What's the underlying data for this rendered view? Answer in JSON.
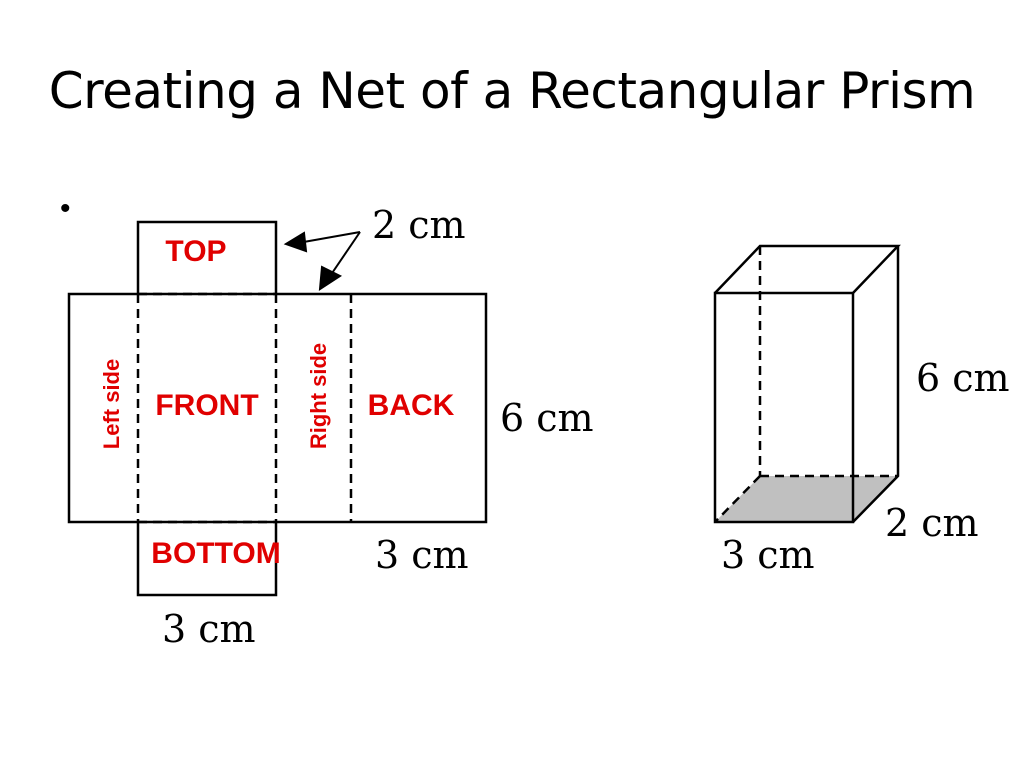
{
  "slide": {
    "title": "Creating a Net of a Rectangular Prism",
    "bullet": "•"
  },
  "net": {
    "faces": {
      "top": "TOP",
      "left_side": "Left side",
      "front": "FRONT",
      "right_side": "Right side",
      "back": "BACK",
      "bottom": "BOTTOM"
    },
    "dimensions": {
      "depth": "2 cm",
      "height": "6 cm",
      "back_width": "3 cm",
      "bottom_width": "3 cm"
    }
  },
  "prism": {
    "dimensions": {
      "height": "6 cm",
      "depth": "2 cm",
      "width": "3 cm"
    },
    "colors": {
      "base_shade": "#c0c0c0"
    }
  },
  "colors": {
    "face_label": "#e00000",
    "line": "#000000"
  }
}
